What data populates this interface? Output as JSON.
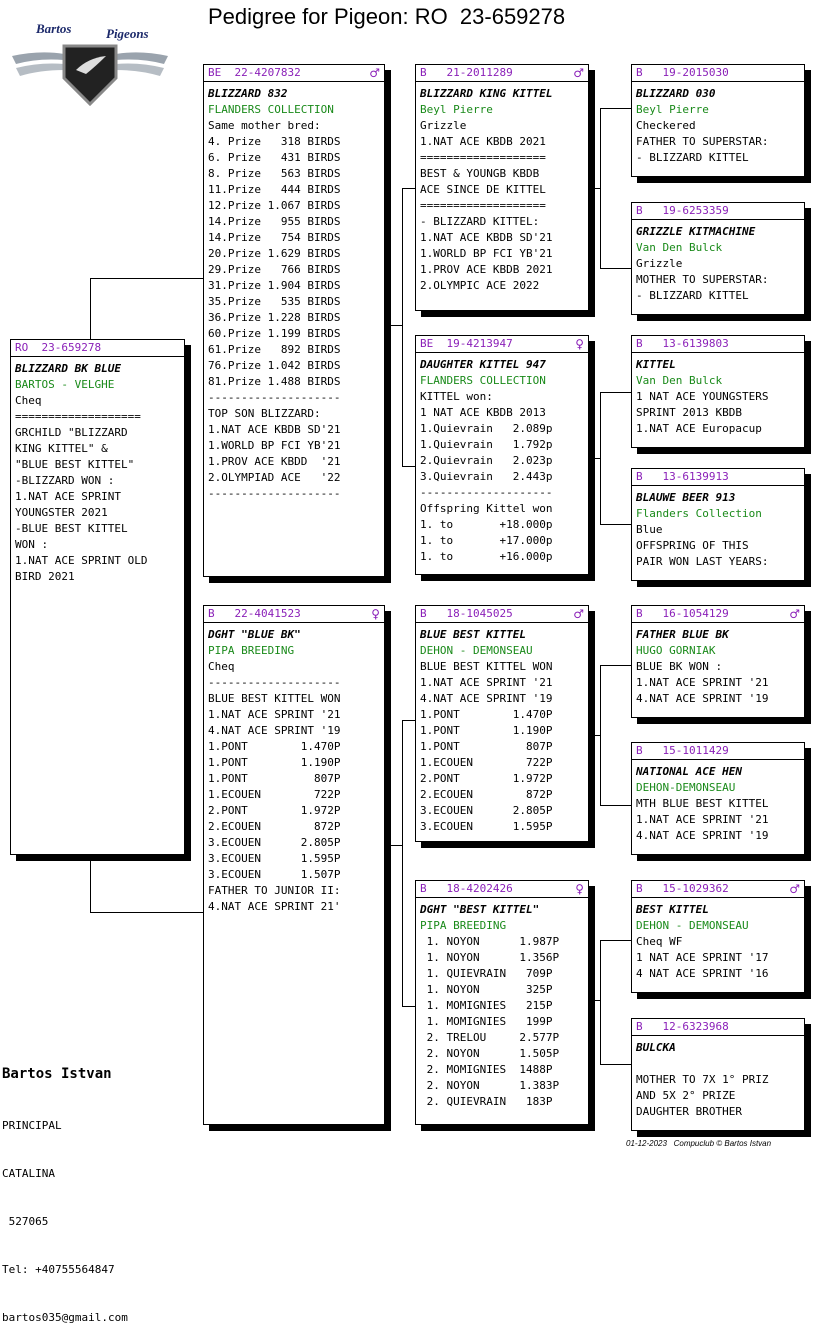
{
  "title": "Pedigree for Pigeon: RO  23-659278",
  "logo": {
    "text_top": "Bartos",
    "text_right": "Pigeons"
  },
  "boxes": [
    {
      "id": "subject",
      "ring": "RO  23-659278",
      "sex": "",
      "name": "BLIZZARD BK BLUE",
      "owner": "BARTOS - VELGHE",
      "lines": [
        "Cheq",
        "===================",
        "GRCHILD \"BLIZZARD",
        "KING KITTEL\" &",
        "\"BLUE BEST KITTEL\"",
        "-BLIZZARD WON :",
        "1.NAT ACE SPRINT",
        "YOUNGSTER 2021",
        "-BLUE BEST KITTEL",
        "WON :",
        "1.NAT ACE SPRINT OLD",
        "BIRD 2021"
      ]
    },
    {
      "id": "sire",
      "ring": "BE  22-4207832",
      "sex": "♂",
      "name": "BLIZZARD 832",
      "owner": "FLANDERS COLLECTION",
      "lines": [
        "Same mother bred:",
        "4. Prize   318 BIRDS",
        "6. Prize   431 BIRDS",
        "8. Prize   563 BIRDS",
        "11.Prize   444 BIRDS",
        "12.Prize 1.067 BIRDS",
        "14.Prize   955 BIRDS",
        "14.Prize   754 BIRDS",
        "20.Prize 1.629 BIRDS",
        "29.Prize   766 BIRDS",
        "31.Prize 1.904 BIRDS",
        "35.Prize   535 BIRDS",
        "36.Prize 1.228 BIRDS",
        "60.Prize 1.199 BIRDS",
        "61.Prize   892 BIRDS",
        "76.Prize 1.042 BIRDS",
        "81.Prize 1.488 BIRDS",
        "--------------------",
        "TOP SON BLIZZARD:",
        "1.NAT ACE KBDB SD'21",
        "1.WORLD BP FCI YB'21",
        "1.PROV ACE KBDD  '21",
        "2.OLYMPIAD ACE   '22",
        "--------------------"
      ]
    },
    {
      "id": "dam",
      "ring": "B   22-4041523",
      "sex": "♀",
      "name": "DGHT \"BLUE BK\"",
      "owner": "PIPA BREEDING",
      "lines": [
        "Cheq",
        "--------------------",
        "BLUE BEST KITTEL WON",
        "1.NAT ACE SPRINT '21",
        "4.NAT ACE SPRINT '19",
        "1.PONT        1.470P",
        "1.PONT        1.190P",
        "1.PONT          807P",
        "1.ECOUEN        722P",
        "2.PONT        1.972P",
        "2.ECOUEN        872P",
        "3.ECOUEN      2.805P",
        "3.ECOUEN      1.595P",
        "3.ECOUEN      1.507P",
        "FATHER TO JUNIOR II:",
        "4.NAT ACE SPRINT 21'"
      ]
    },
    {
      "id": "ss",
      "ring": "B   21-2011289",
      "sex": "♂",
      "name": "BLIZZARD KING KITTEL",
      "owner": "Beyl Pierre",
      "lines": [
        "Grizzle",
        "1.NAT ACE KBDB 2021",
        "===================",
        "BEST & YOUNGB KBDB",
        "ACE SINCE DE KITTEL",
        "===================",
        "- BLIZZARD KITTEL:",
        "1.NAT ACE KBDB SD'21",
        "1.WORLD BP FCI YB'21",
        "1.PROV ACE KBDB 2021",
        "2.OLYMPIC ACE 2022"
      ]
    },
    {
      "id": "sd",
      "ring": "BE  19-4213947",
      "sex": "♀",
      "name": "DAUGHTER KITTEL 947",
      "owner": "FLANDERS COLLECTION",
      "lines": [
        "KITTEL won:",
        "1 NAT ACE KBDB 2013",
        "1.Quievrain   2.089p",
        "1.Quievrain   1.792p",
        "2.Quievrain   2.023p",
        "3.Quievrain   2.443p",
        "--------------------",
        "Offspring Kittel won",
        "1. to       +18.000p",
        "1. to       +17.000p",
        "1. to       +16.000p"
      ]
    },
    {
      "id": "ds",
      "ring": "B   18-1045025",
      "sex": "♂",
      "name": "BLUE BEST KITTEL",
      "owner": "DEHON - DEMONSEAU",
      "lines": [
        "BLUE BEST KITTEL WON",
        "1.NAT ACE SPRINT '21",
        "4.NAT ACE SPRINT '19",
        "1.PONT        1.470P",
        "1.PONT        1.190P",
        "1.PONT          807P",
        "1.ECOUEN        722P",
        "2.PONT        1.972P",
        "2.ECOUEN        872P",
        "3.ECOUEN      2.805P",
        "3.ECOUEN      1.595P"
      ]
    },
    {
      "id": "dd",
      "ring": "B   18-4202426",
      "sex": "♀",
      "name": "DGHT \"BEST KITTEL\"",
      "owner": "PIPA BREEDING",
      "lines": [
        " 1. NOYON      1.987P",
        " 1. NOYON      1.356P",
        " 1. QUIEVRAIN   709P",
        " 1. NOYON       325P",
        " 1. MOMIGNIES   215P",
        " 1. MOMIGNIES   199P",
        " 2. TRELOU     2.577P",
        " 2. NOYON      1.505P",
        " 2. MOMIGNIES  1488P",
        " 2. NOYON      1.383P",
        " 2. QUIEVRAIN   183P"
      ]
    },
    {
      "id": "sss",
      "ring": "B   19-2015030",
      "sex": "",
      "name": "BLIZZARD 030",
      "owner": "Beyl Pierre",
      "lines": [
        "Checkered",
        "FATHER TO SUPERSTAR:",
        "- BLIZZARD KITTEL"
      ]
    },
    {
      "id": "ssd",
      "ring": "B   19-6253359",
      "sex": "",
      "name": "GRIZZLE KITMACHINE",
      "owner": "Van Den Bulck",
      "lines": [
        "Grizzle",
        "MOTHER TO SUPERSTAR:",
        "- BLIZZARD KITTEL"
      ]
    },
    {
      "id": "sds",
      "ring": "B   13-6139803",
      "sex": "",
      "name": "KITTEL",
      "owner": "Van Den Bulck",
      "lines": [
        "1 NAT ACE YOUNGSTERS",
        "SPRINT 2013 KBDB",
        "1.NAT ACE Europacup"
      ]
    },
    {
      "id": "sdd",
      "ring": "B   13-6139913",
      "sex": "",
      "name": "BLAUWE BEER 913",
      "owner": "Flanders Collection",
      "lines": [
        "Blue",
        "OFFSPRING OF THIS",
        "PAIR WON LAST YEARS:"
      ]
    },
    {
      "id": "dss",
      "ring": "B   16-1054129",
      "sex": "♂",
      "name": "FATHER BLUE BK",
      "owner": "HUGO GORNIAK",
      "lines": [
        "BLUE BK WON :",
        "1.NAT ACE SPRINT '21",
        "4.NAT ACE SPRINT '19"
      ]
    },
    {
      "id": "dsd",
      "ring": "B   15-1011429",
      "sex": "",
      "name": "NATIONAL ACE HEN",
      "owner": "DEHON-DEMONSEAU",
      "lines": [
        "MTH BLUE BEST KITTEL",
        "1.NAT ACE SPRINT '21",
        "4.NAT ACE SPRINT '19"
      ]
    },
    {
      "id": "dds",
      "ring": "B   15-1029362",
      "sex": "♂",
      "name": "BEST KITTEL",
      "owner": "DEHON - DEMONSEAU",
      "lines": [
        "Cheq WF",
        "1 NAT ACE SPRINT '17",
        "4 NAT ACE SPRINT '16"
      ]
    },
    {
      "id": "ddd",
      "ring": "B   12-6323968",
      "sex": "",
      "name": "BULCKA",
      "owner": "",
      "lines": [
        "",
        "MOTHER TO 7X 1° PRIZ",
        "AND 5X 2° PRIZE",
        "DAUGHTER BROTHER"
      ]
    }
  ],
  "breeder": {
    "name": "Bartos Istvan",
    "lines": [
      "PRINCIPAL",
      "CATALINA",
      " 527065",
      "Tel: +40755564847",
      "bartos035@gmail.com"
    ]
  },
  "footer": "01-12-2023   Compuclub © Bartos Istvan"
}
